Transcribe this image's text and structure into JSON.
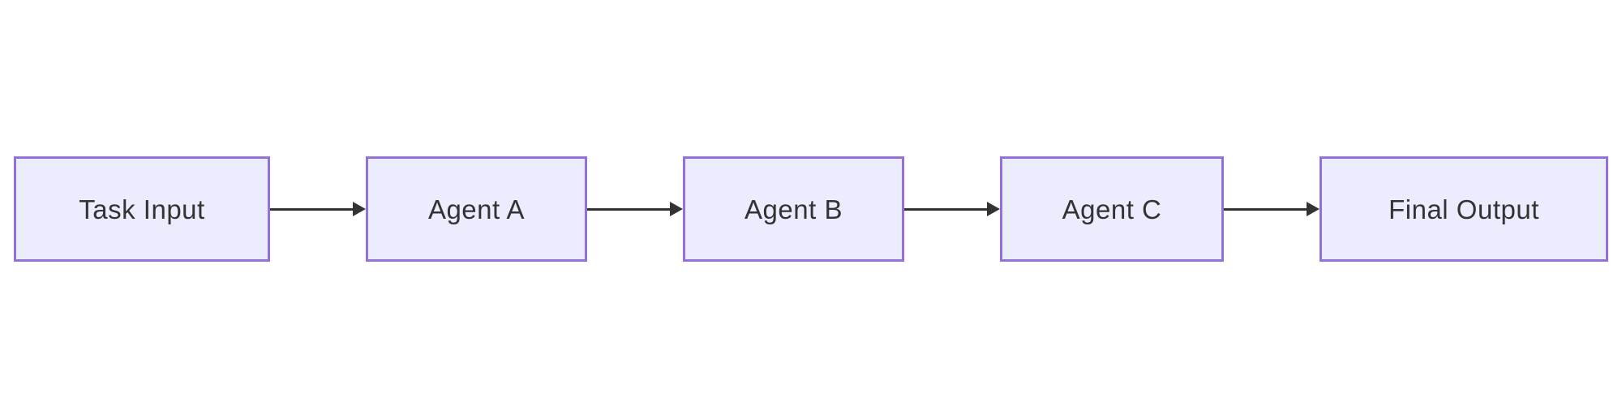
{
  "diagram": {
    "type": "flowchart",
    "direction": "left-to-right",
    "background_color": "#ffffff",
    "node_fill_color": "#ECECFF",
    "node_border_color": "#9370DB",
    "arrow_color": "#333333",
    "text_color": "#333333",
    "nodes": [
      {
        "id": "task-input",
        "label": "Task Input"
      },
      {
        "id": "agent-a",
        "label": "Agent A"
      },
      {
        "id": "agent-b",
        "label": "Agent B"
      },
      {
        "id": "agent-c",
        "label": "Agent C"
      },
      {
        "id": "final-output",
        "label": "Final Output"
      }
    ],
    "edges": [
      {
        "from": "task-input",
        "to": "agent-a"
      },
      {
        "from": "agent-a",
        "to": "agent-b"
      },
      {
        "from": "agent-b",
        "to": "agent-c"
      },
      {
        "from": "agent-c",
        "to": "final-output"
      }
    ]
  }
}
